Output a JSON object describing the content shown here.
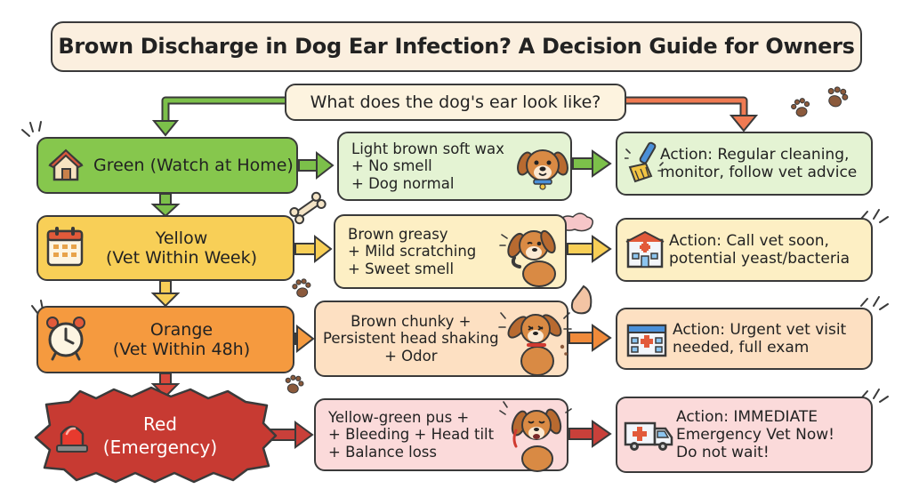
{
  "title": "Brown Discharge in Dog Ear Infection? A Decision Guide for Owners",
  "question": "What does the dog's ear look like?",
  "levels": [
    {
      "id": "green",
      "label": "Green (Watch at Home)",
      "color": "#86c74d",
      "icon": "house-icon"
    },
    {
      "id": "yellow",
      "label": "Yellow\n(Vet Within Week)",
      "color": "#f8cf57",
      "icon": "calendar-icon"
    },
    {
      "id": "orange",
      "label": "Orange\n(Vet Within 48h)",
      "color": "#f59a3f",
      "icon": "alarm-clock-icon"
    },
    {
      "id": "red",
      "label": "Red\n(Emergency)",
      "color": "#c73a32",
      "icon": "siren-icon"
    }
  ],
  "symptoms": [
    {
      "text": "Light brown soft wax\n+ No smell\n+ Dog normal",
      "illustration": "happy-dog-icon"
    },
    {
      "text": "Brown greasy\n+ Mild scratching\n+ Sweet smell",
      "illustration": "scratching-dog-icon"
    },
    {
      "text": "Brown chunky +\nPersistent head shaking\n+ Odor",
      "illustration": "head-shaking-dog-icon"
    },
    {
      "text": "Yellow-green pus +\n+ Bleeding + Head tilt\n+ Balance loss",
      "illustration": "crying-dog-icon"
    }
  ],
  "actions": [
    {
      "text": "Action: Regular cleaning,\nmonitor, follow vet advice",
      "icon": "cleaning-brush-icon"
    },
    {
      "text": "Action: Call vet soon,\npotential yeast/bacteria",
      "icon": "clinic-icon"
    },
    {
      "text": "Action: Urgent vet visit\nneeded, full exam",
      "icon": "hospital-icon"
    },
    {
      "text": "Action: IMMEDIATE\nEmergency Vet Now!\nDo not wait!",
      "icon": "ambulance-icon"
    }
  ],
  "colors": {
    "green_arrow": "#6fb83f",
    "orange_arrow": "#f08a3a",
    "red_arrow": "#c9403a",
    "outline": "#3a3a3a",
    "paw": "#8b5a3c"
  }
}
